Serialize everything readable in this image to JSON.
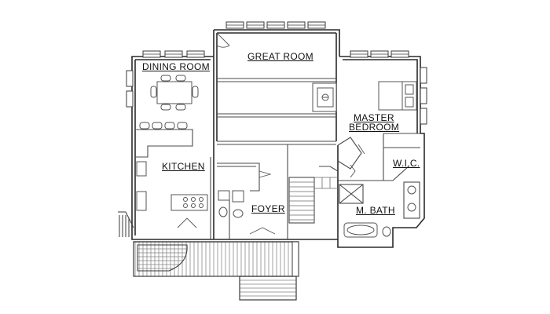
{
  "rooms": {
    "dining": "DINING ROOM",
    "great": "GREAT ROOM",
    "master_1": "MASTER",
    "master_2": "BEDROOM",
    "kitchen": "KITCHEN",
    "foyer": "FOYER",
    "wic": "W.I.C.",
    "mbath": "M. BATH"
  },
  "colors": {
    "wall": "#2a2a2a",
    "line": "#4a4a4a",
    "hatch": "#9a9a9a",
    "fixture": "#555555"
  }
}
